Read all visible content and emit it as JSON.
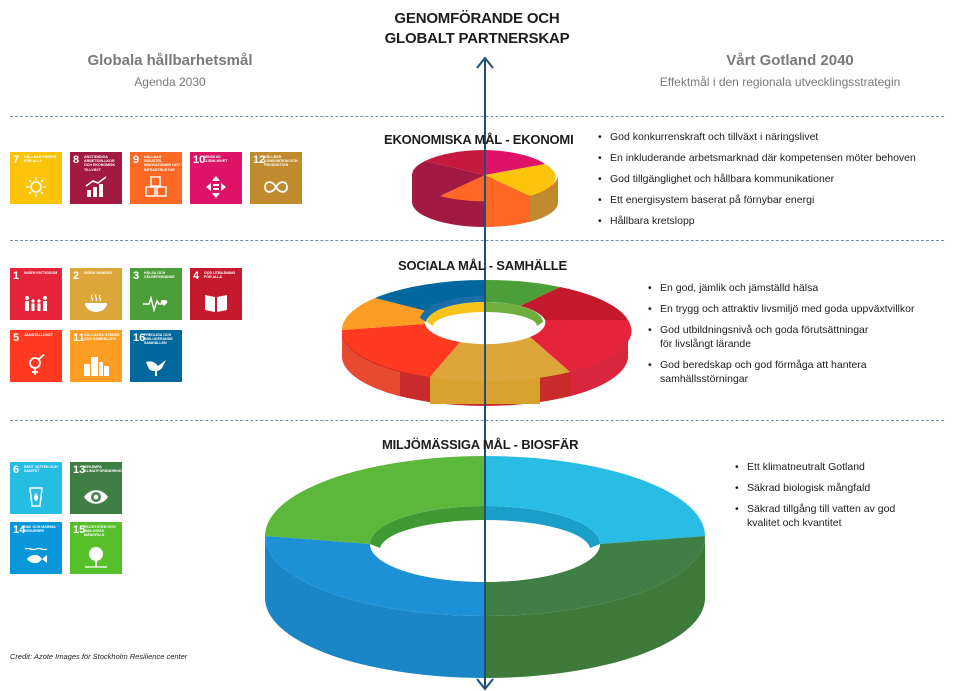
{
  "header": {
    "title_line1": "GENOMFÖRANDE OCH",
    "title_line2": "GLOBALT PARTNERSKAP",
    "left_title": "Globala hållbarhetsmål",
    "left_subtitle": "Agenda 2030",
    "right_title": "Vårt Gotland 2040",
    "right_subtitle": "Effektmål i den regionala utvecklingsstrategin"
  },
  "sections": {
    "economic": {
      "heading": "EKONOMISKA MÅL - EKONOMI",
      "bullets": [
        "God konkurrenskraft och tillväxt i näringslivet",
        "En inkluderande arbetsmarknad där kompetensen möter behoven",
        "God tillgänglighet och hållbara kommunikationer",
        "Ett energisystem baserat på förnybar energi",
        "Hållbara kretslopp"
      ],
      "goals": [
        {
          "number": "7",
          "label": "Hållbar energi för alla",
          "color": "#FCC30B",
          "icon": "sun-icon"
        },
        {
          "number": "8",
          "label": "Anständiga arbetsvillkor och ekonomisk tillväxt",
          "color": "#A21942",
          "icon": "growth-chart-icon"
        },
        {
          "number": "9",
          "label": "Hållbar industri, innovationer och infrastruktur",
          "color": "#FD6925",
          "icon": "cubes-icon"
        },
        {
          "number": "10",
          "label": "Minskad ojämlikhet",
          "color": "#DD1367",
          "icon": "equality-arrows-icon"
        },
        {
          "number": "12",
          "label": "Hållbar konsumtion och produktion",
          "color": "#BF8B2E",
          "icon": "infinity-icon"
        }
      ]
    },
    "social": {
      "heading": "SOCIALA MÅL - SAMHÄLLE",
      "bullets": [
        "En god, jämlik och jämställd hälsa",
        "En trygg och attraktiv livsmiljö med goda uppväxtvillkor",
        "God utbildningsnivå och goda förutsättningar för livslångt lärande",
        "God beredskap och god förmåga att hantera samhällsstörningar"
      ],
      "goals": [
        {
          "number": "1",
          "label": "Ingen fattigdom",
          "color": "#E5243B",
          "icon": "family-icon"
        },
        {
          "number": "2",
          "label": "Ingen hunger",
          "color": "#DDA63A",
          "icon": "bowl-icon"
        },
        {
          "number": "3",
          "label": "Hälsa och välbefinnande",
          "color": "#4C9F38",
          "icon": "heartbeat-icon"
        },
        {
          "number": "4",
          "label": "God utbildning för alla",
          "color": "#C5192D",
          "icon": "book-icon"
        },
        {
          "number": "5",
          "label": "Jämställdhet",
          "color": "#FF3A21",
          "icon": "gender-icon"
        },
        {
          "number": "11",
          "label": "Hållbara städer och samhällen",
          "color": "#FD9D24",
          "icon": "city-icon"
        },
        {
          "number": "16",
          "label": "Fredliga och inkluderande samhällen",
          "color": "#00689D",
          "icon": "dove-icon"
        }
      ]
    },
    "environment": {
      "heading": "MILJÖMÄSSIGA MÅL - BIOSFÄR",
      "bullets": [
        "Ett klimatneutralt Gotland",
        "Säkrad biologisk mångfald",
        "Säkrad tillgång till vatten av god kvalitet och kvantitet"
      ],
      "goals": [
        {
          "number": "6",
          "label": "Rent vatten och sanitet",
          "color": "#26BDE2",
          "icon": "water-drop-icon"
        },
        {
          "number": "13",
          "label": "Bekämpa klimatförändringarna",
          "color": "#3F7E44",
          "icon": "eye-globe-icon"
        },
        {
          "number": "14",
          "label": "Hav och marina resurser",
          "color": "#0A97D9",
          "icon": "fish-icon"
        },
        {
          "number": "15",
          "label": "Ekosystem och biologisk mångfald",
          "color": "#56C02B",
          "icon": "tree-icon"
        }
      ]
    }
  },
  "credit": "Credit: Azote Images för Stockholm Resilience center"
}
